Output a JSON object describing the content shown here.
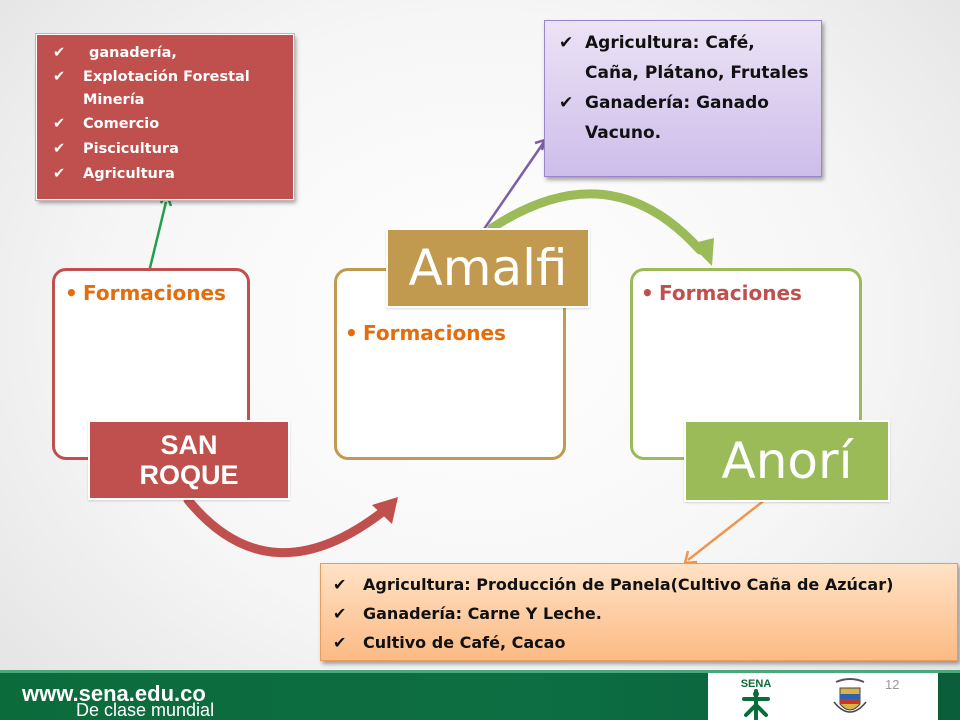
{
  "slide": {
    "page_number": "12"
  },
  "panels": {
    "left": {
      "bullet": "Formaciones",
      "title": "SAN ROQUE"
    },
    "middle": {
      "bullet": "Formaciones",
      "title": "Amalfi"
    },
    "right": {
      "bullet": "Formaciones",
      "title": "Anorí"
    }
  },
  "callouts": {
    "san_roque": {
      "items": [
        "ganadería,",
        "Explotación Forestal Minería",
        "Comercio",
        "Piscicultura",
        "Agricultura"
      ]
    },
    "amalfi": {
      "items": [
        "Agricultura: Café, Caña, Plátano, Frutales",
        "Ganadería: Ganado Vacuno."
      ]
    },
    "anori": {
      "items": [
        "Agricultura: Producción de Panela(Cultivo Caña de Azúcar)",
        "Ganadería: Carne Y Leche.",
        "Cultivo de Café, Cacao"
      ]
    }
  },
  "footer": {
    "url": "www.sena.edu.co",
    "slogan": "De clase mundial",
    "logo_text": "SENA"
  },
  "colors": {
    "red": "#c0504d",
    "tan": "#c19a4f",
    "green": "#9bbb59",
    "bullet_orange": "#e46c0a",
    "footer_green": "#0c6b3b"
  }
}
